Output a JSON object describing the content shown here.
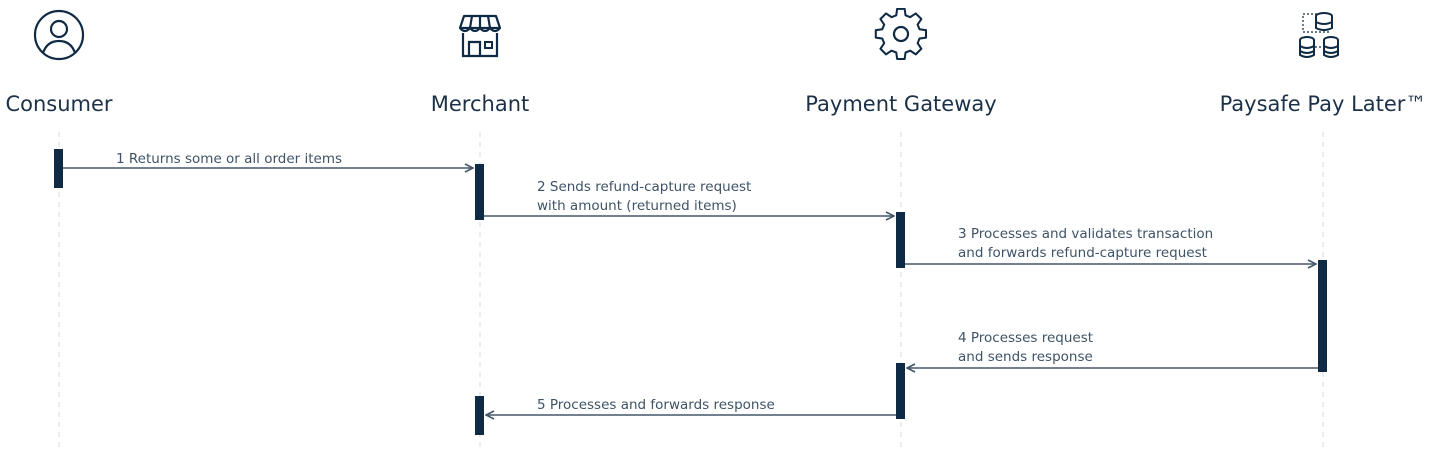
{
  "colors": {
    "ink": "#0f2a44",
    "arrow": "#44566a",
    "lifeline": "#d6dbe0",
    "text": "#3e5366"
  },
  "actors": [
    {
      "name": "Consumer",
      "icon": "user-circle-icon"
    },
    {
      "name": "Merchant",
      "icon": "storefront-icon"
    },
    {
      "name": "Payment Gateway",
      "icon": "gear-icon"
    },
    {
      "name": "Paysafe Pay Later™",
      "icon": "database-network-icon"
    }
  ],
  "messages": [
    {
      "from": 0,
      "to": 1,
      "lines": [
        "1 Returns some or all order items"
      ]
    },
    {
      "from": 1,
      "to": 2,
      "lines": [
        "2 Sends refund-capture request",
        "with amount (returned items)"
      ]
    },
    {
      "from": 2,
      "to": 3,
      "lines": [
        "3 Processes and validates transaction",
        "and forwards refund-capture request"
      ]
    },
    {
      "from": 3,
      "to": 2,
      "lines": [
        "4 Processes request",
        "and sends response"
      ]
    },
    {
      "from": 2,
      "to": 1,
      "lines": [
        "5 Processes and forwards response"
      ]
    }
  ]
}
